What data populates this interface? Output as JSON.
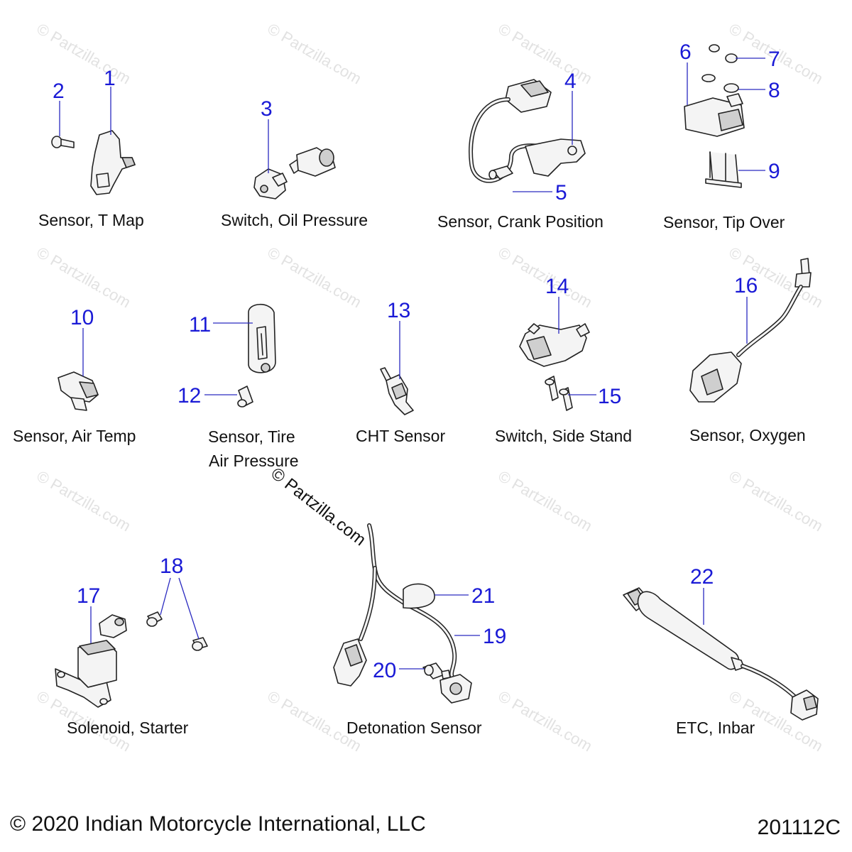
{
  "watermark": "© Partzilla.com",
  "footer": {
    "copyright": "© 2020 Indian Motorcycle International, LLC",
    "diagram_code": "201112C"
  },
  "captions": {
    "t_map": "Sensor, T Map",
    "oil_pressure": "Switch, Oil Pressure",
    "crank_position": "Sensor, Crank Position",
    "tip_over": "Sensor, Tip Over",
    "air_temp": "Sensor, Air Temp",
    "tire_pressure_1": "Sensor, Tire",
    "tire_pressure_2": "Air Pressure",
    "cht": "CHT Sensor",
    "side_stand": "Switch, Side Stand",
    "oxygen": "Sensor, Oxygen",
    "solenoid": "Solenoid, Starter",
    "detonation": "Detonation Sensor",
    "etc": "ETC, Inbar"
  },
  "callouts": {
    "c1": "1",
    "c2": "2",
    "c3": "3",
    "c4": "4",
    "c5": "5",
    "c6": "6",
    "c7": "7",
    "c8": "8",
    "c9": "9",
    "c10": "10",
    "c11": "11",
    "c12": "12",
    "c13": "13",
    "c14": "14",
    "c15": "15",
    "c16": "16",
    "c17": "17",
    "c18": "18",
    "c19": "19",
    "c20": "20",
    "c21": "21",
    "c22": "22"
  }
}
